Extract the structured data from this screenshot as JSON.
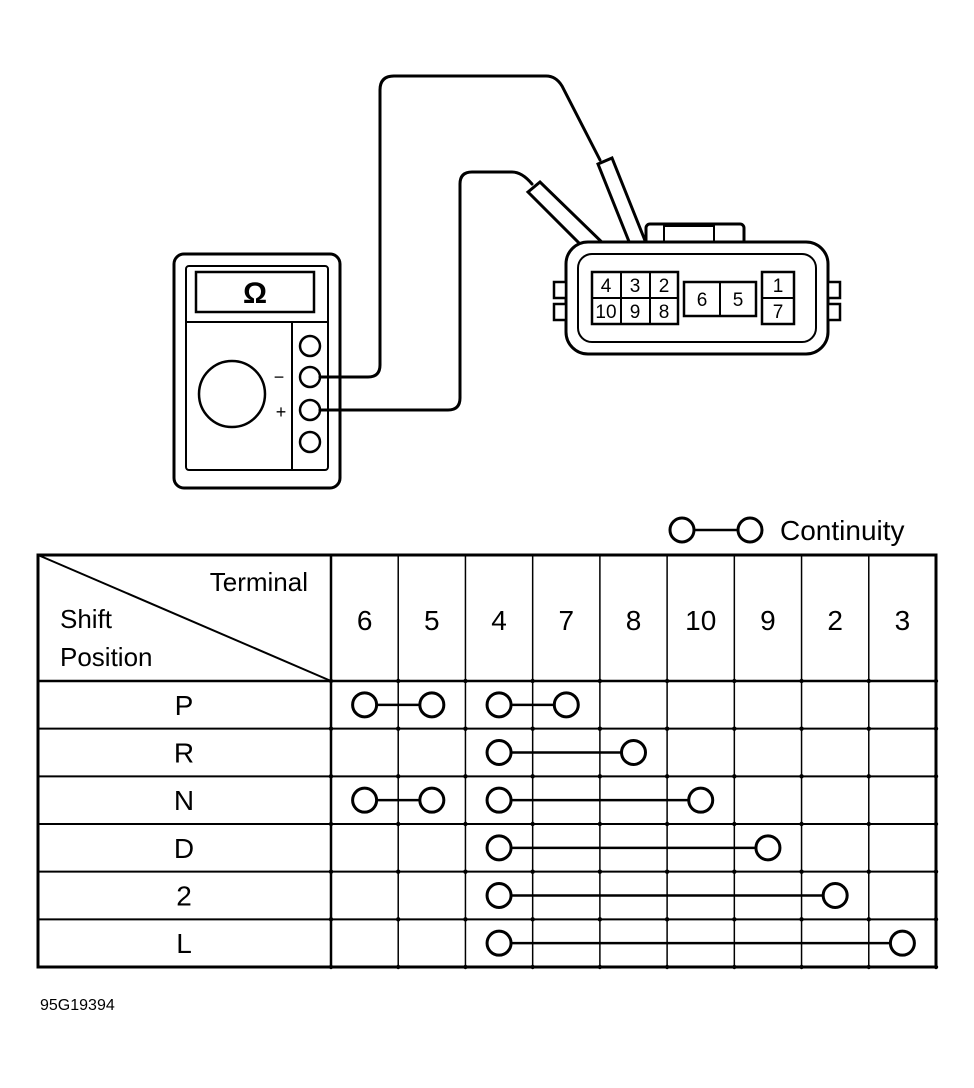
{
  "meter": {
    "symbol": "Ω",
    "minus": "−",
    "plus": "+"
  },
  "connector": {
    "left_block": [
      "4",
      "3",
      "2",
      "10",
      "9",
      "8"
    ],
    "middle_block": [
      "6",
      "5"
    ],
    "right_block": [
      "1",
      "7"
    ]
  },
  "legend": {
    "label": "Continuity"
  },
  "table": {
    "header_terminal": "Terminal",
    "header_shift_1": "Shift",
    "header_shift_2": "Position",
    "terminals": [
      "6",
      "5",
      "4",
      "7",
      "8",
      "10",
      "9",
      "2",
      "3"
    ],
    "rows": [
      {
        "position": "P",
        "links": [
          [
            "6",
            "5"
          ],
          [
            "4",
            "7"
          ]
        ]
      },
      {
        "position": "R",
        "links": [
          [
            "4",
            "8"
          ]
        ]
      },
      {
        "position": "N",
        "links": [
          [
            "6",
            "5"
          ],
          [
            "4",
            "10"
          ]
        ]
      },
      {
        "position": "D",
        "links": [
          [
            "4",
            "9"
          ]
        ]
      },
      {
        "position": "2",
        "links": [
          [
            "4",
            "2"
          ]
        ]
      },
      {
        "position": "L",
        "links": [
          [
            "4",
            "3"
          ]
        ]
      }
    ]
  },
  "caption": "95G19394"
}
